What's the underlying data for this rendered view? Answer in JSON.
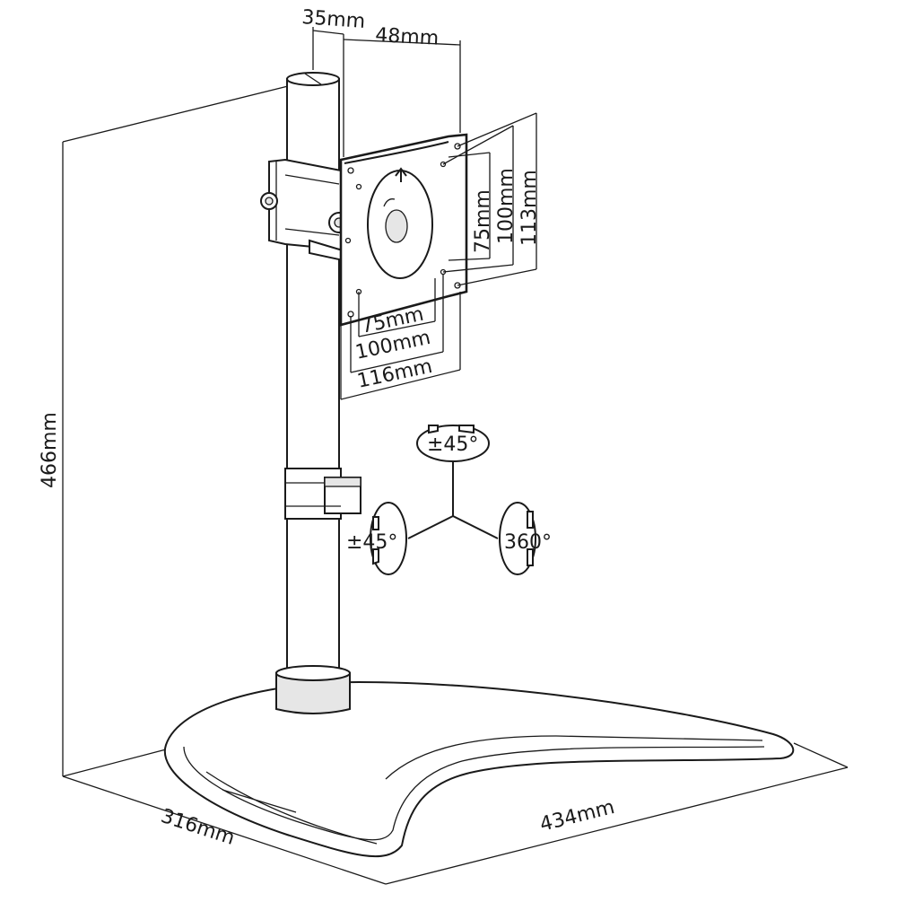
{
  "dimensions": {
    "pole_offset": "35mm",
    "plate_offset": "48mm",
    "height": "466mm",
    "depth": "316mm",
    "width": "434mm",
    "vesa_h_75": "75mm",
    "vesa_h_100": "100mm",
    "vesa_h_116": "116mm",
    "vesa_v_75": "75mm",
    "vesa_v_100": "100mm",
    "vesa_v_113": "113mm"
  },
  "rotation": {
    "tilt": "±45°",
    "swivel": "±45°",
    "rotate": "360°"
  },
  "colors": {
    "line": "#1a1a1a",
    "background": "#ffffff"
  }
}
